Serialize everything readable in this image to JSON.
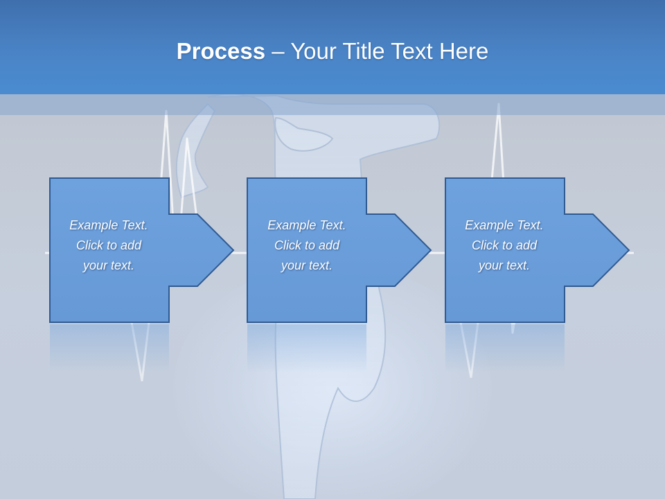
{
  "title": {
    "bold": "Process",
    "rest": " – Your Title Text Here"
  },
  "steps": [
    {
      "line1": "Example Text.",
      "line2": "Click  to add",
      "line3": "your text."
    },
    {
      "line1": "Example Text.",
      "line2": "Click  to add",
      "line3": "your text."
    },
    {
      "line1": "Example Text.",
      "line2": "Click  to add",
      "line3": "your text."
    }
  ],
  "colors": {
    "title_bar": "#4a84c6",
    "step_fill": "#6a9fdc",
    "step_border": "#2f5a92",
    "background": "#c3cad5"
  }
}
